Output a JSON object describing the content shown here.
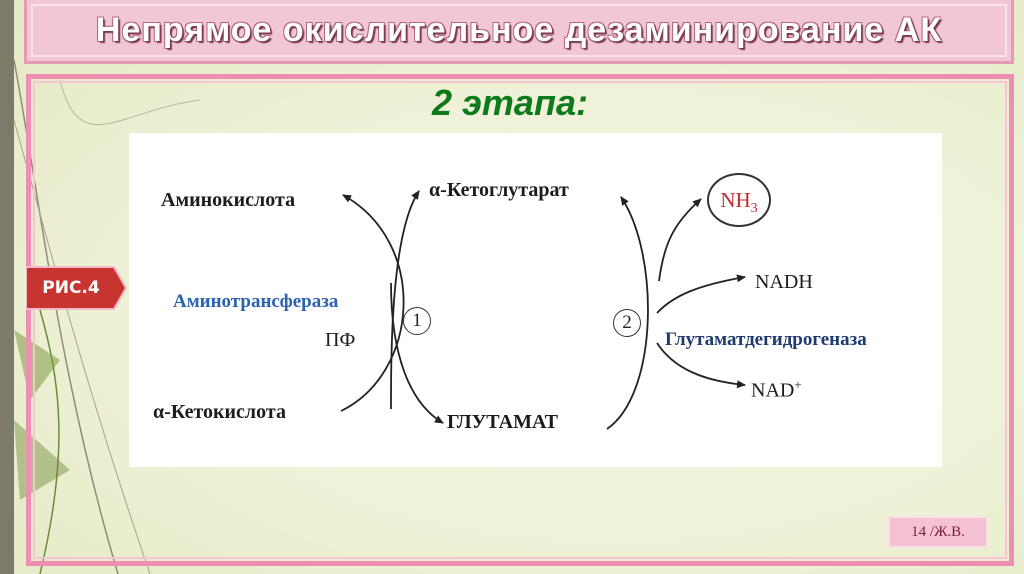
{
  "slide": {
    "title": "Непрямое окислительное дезаминирование АК",
    "subtitle": "2 этапа:",
    "badge": "РИС.4",
    "page": "14 /Ж.В."
  },
  "diagram": {
    "nodes": {
      "amino_acid": "Аминокислота",
      "alpha_ketoglutarate": "α-Кетоглутарат",
      "nh3_base": "NH",
      "nh3_sub": "3",
      "nadh": "NADH",
      "aminotransferase": "Аминотрансфераза",
      "pf": "ПФ",
      "step1": "1",
      "step2": "2",
      "glutamate_dehydrogenase": "Глутаматдегидрогеназа",
      "alpha_ketoacid": "α-Кетокислота",
      "glutamate": "ГЛУТАМАТ",
      "nad_base": "NAD",
      "nad_sup": "+"
    }
  },
  "colors": {
    "title_bg": "#f2c7d5",
    "frame": "#ec8fb0",
    "subtitle": "#0e7a1c",
    "enzyme_blue": "#2b63b0",
    "nh3_red": "#c2282e",
    "badge_red": "#c8342f"
  }
}
